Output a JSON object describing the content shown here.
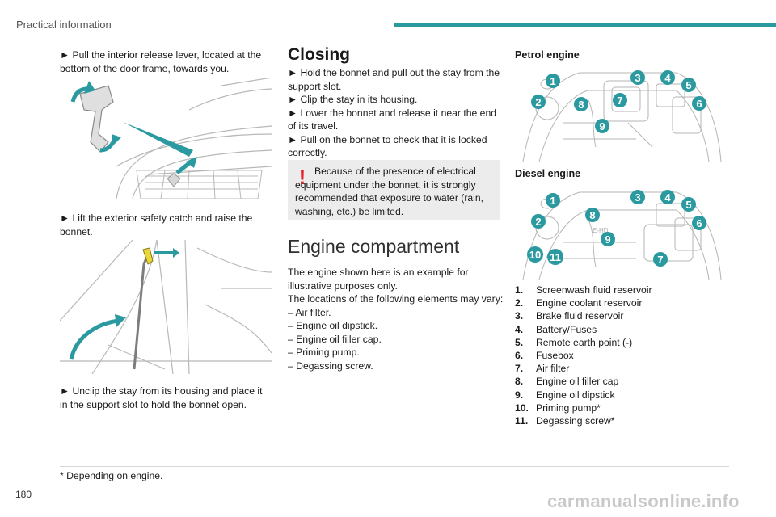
{
  "header": {
    "section_title": "Practical information"
  },
  "left_column": {
    "step1": "► Pull the interior release lever, located at the bottom of the door frame, towards you.",
    "step2": "► Lift the exterior safety catch and raise the bonnet.",
    "step3": "► Unclip the stay from its housing and place it in the support slot to hold the bonnet open."
  },
  "closing": {
    "heading": "Closing",
    "steps": [
      "► Hold the bonnet and pull out the stay from the support slot.",
      "► Clip the stay in its housing.",
      "► Lower the bonnet and release it near the end of its travel.",
      "► Pull on the bonnet to check that it is locked correctly."
    ],
    "warning": "Because of the presence of electrical equipment under the bonnet, it is strongly recommended that exposure to water (rain, washing, etc.) be limited."
  },
  "engine_compartment": {
    "heading": "Engine compartment",
    "intro_lines": [
      "The engine shown here is an example for illustrative purposes only.",
      "The locations of the following elements may vary:",
      "– Air filter.",
      "– Engine oil dipstick.",
      "– Engine oil filler cap.",
      "– Priming pump.",
      "– Degassing screw."
    ]
  },
  "engines": {
    "petrol_label": "Petrol engine",
    "diesel_label": "Diesel engine",
    "diesel_badge": "E-HDi"
  },
  "badges": [
    "1",
    "2",
    "3",
    "4",
    "5",
    "6",
    "7",
    "8",
    "9",
    "10",
    "11"
  ],
  "legend": [
    {
      "num": "1.",
      "label": "Screenwash fluid reservoir"
    },
    {
      "num": "2.",
      "label": "Engine coolant reservoir"
    },
    {
      "num": "3.",
      "label": "Brake fluid reservoir"
    },
    {
      "num": "4.",
      "label": "Battery/Fuses"
    },
    {
      "num": "5.",
      "label": "Remote earth point (-)"
    },
    {
      "num": "6.",
      "label": "Fusebox"
    },
    {
      "num": "7.",
      "label": "Air filter"
    },
    {
      "num": "8.",
      "label": "Engine oil filler cap"
    },
    {
      "num": "9.",
      "label": "Engine oil dipstick"
    },
    {
      "num": "10.",
      "label": "Priming pump*"
    },
    {
      "num": "11.",
      "label": "Degassing screw*"
    }
  ],
  "footnote": "* Depending on engine.",
  "page_number": "180",
  "watermark": "carmanualsonline.info",
  "colors": {
    "accent": "#2b9aa0",
    "warning": "#e4232b",
    "warning_bg": "#ececec"
  }
}
